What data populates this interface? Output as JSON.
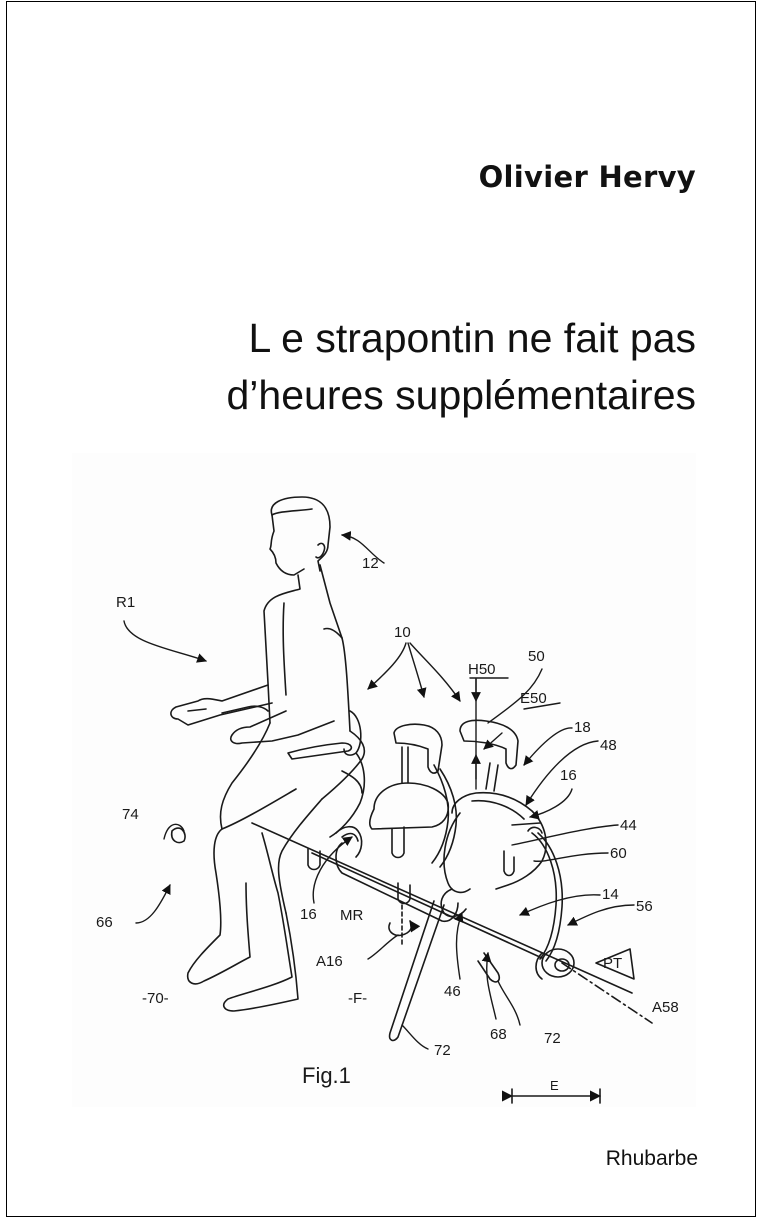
{
  "cover": {
    "author": "Olivier Hervy",
    "title_lines": [
      "L e strapontin ne fait pas",
      "d’heures supplémentaires"
    ],
    "publisher": "Rhubarbe"
  },
  "figure": {
    "caption": "Fig.1",
    "labels": {
      "l12": "12",
      "lR1": "R1",
      "l10": "10",
      "lH50": "H50",
      "l50": "50",
      "lE50": "E50",
      "l18": "18",
      "l48": "48",
      "l16a": "16",
      "l44": "44",
      "l60": "60",
      "l74": "74",
      "l14": "14",
      "l56": "56",
      "l66": "66",
      "l16b": "16",
      "lMR": "MR",
      "lPT": "PT",
      "lA16": "A16",
      "l46": "46",
      "lA58": "A58",
      "l70": "-70-",
      "lF": "-F-",
      "l68": "68",
      "l72a": "72",
      "l72b": "72",
      "lE": "E"
    }
  },
  "colors": {
    "ink": "#111111",
    "background": "#ffffff",
    "figure_background": "#fdfdfd"
  }
}
